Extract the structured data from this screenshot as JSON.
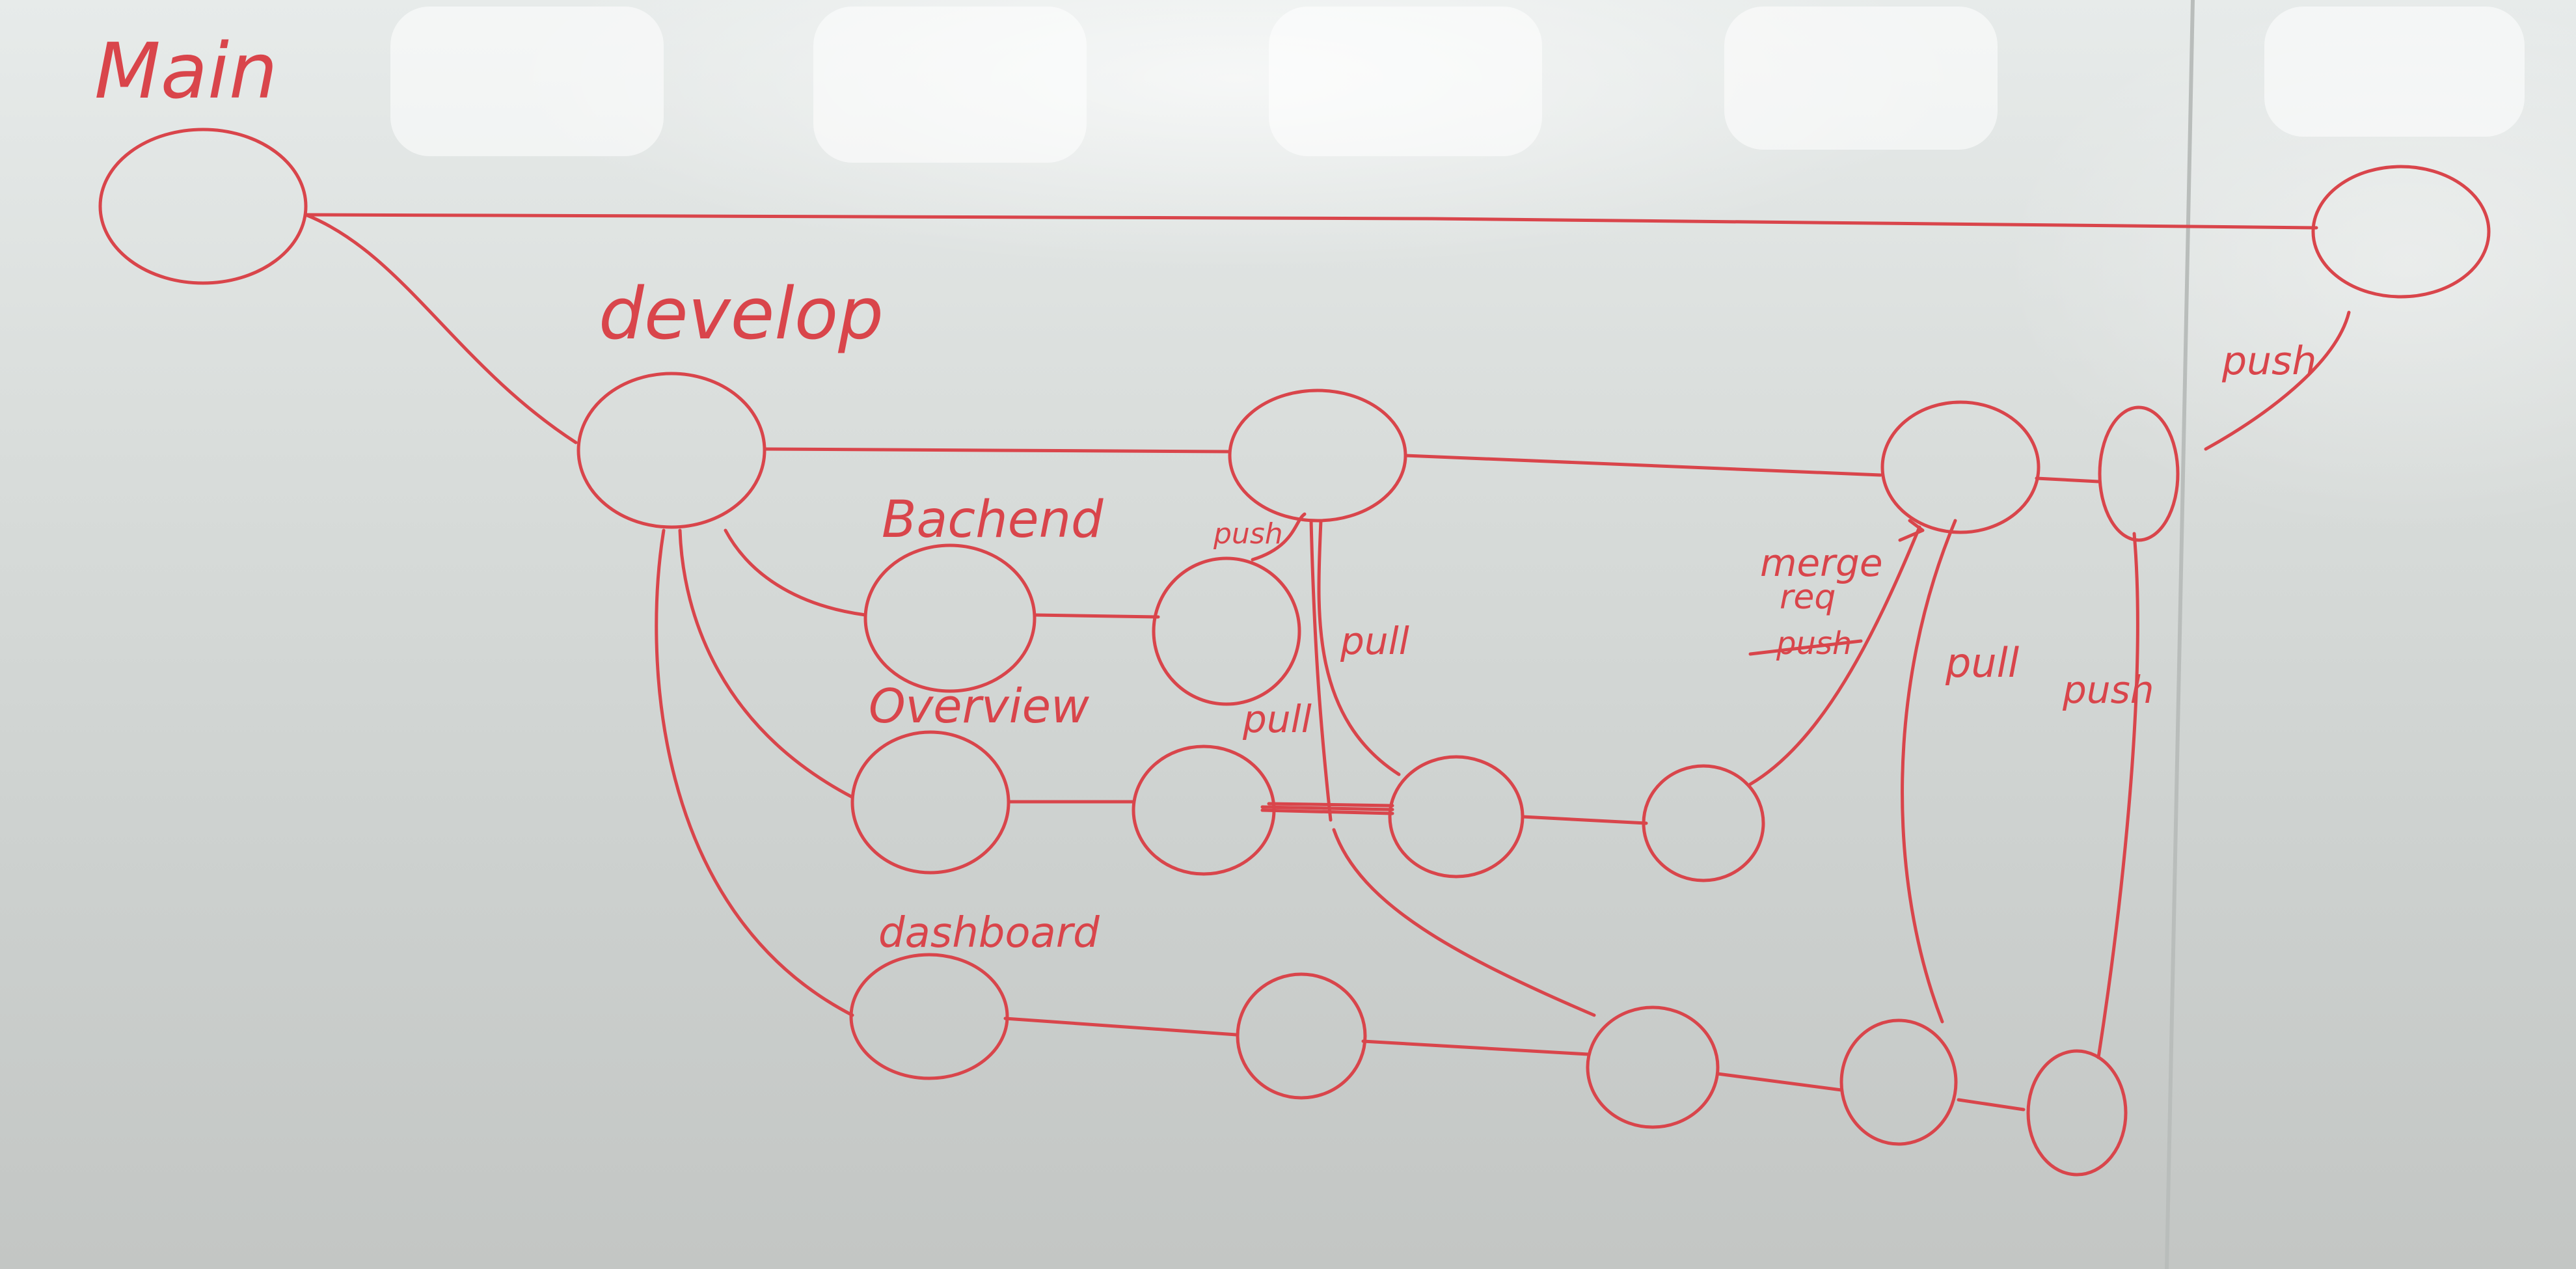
{
  "branches": {
    "main": "Main",
    "develop": "develop",
    "backend": "Bachend",
    "overview": "Overview",
    "dashboard": "dashboard"
  },
  "annotations": {
    "push_top_right": "push",
    "push_backend": "push",
    "pull_develop": "pull",
    "pull_overview": "pull",
    "merge_line1": "merge",
    "merge_line2": "req",
    "merge_struck": "push",
    "pull_right": "pull",
    "push_right": "push"
  },
  "colors": {
    "ink": "#d9454b",
    "board": "#d9dddb"
  }
}
